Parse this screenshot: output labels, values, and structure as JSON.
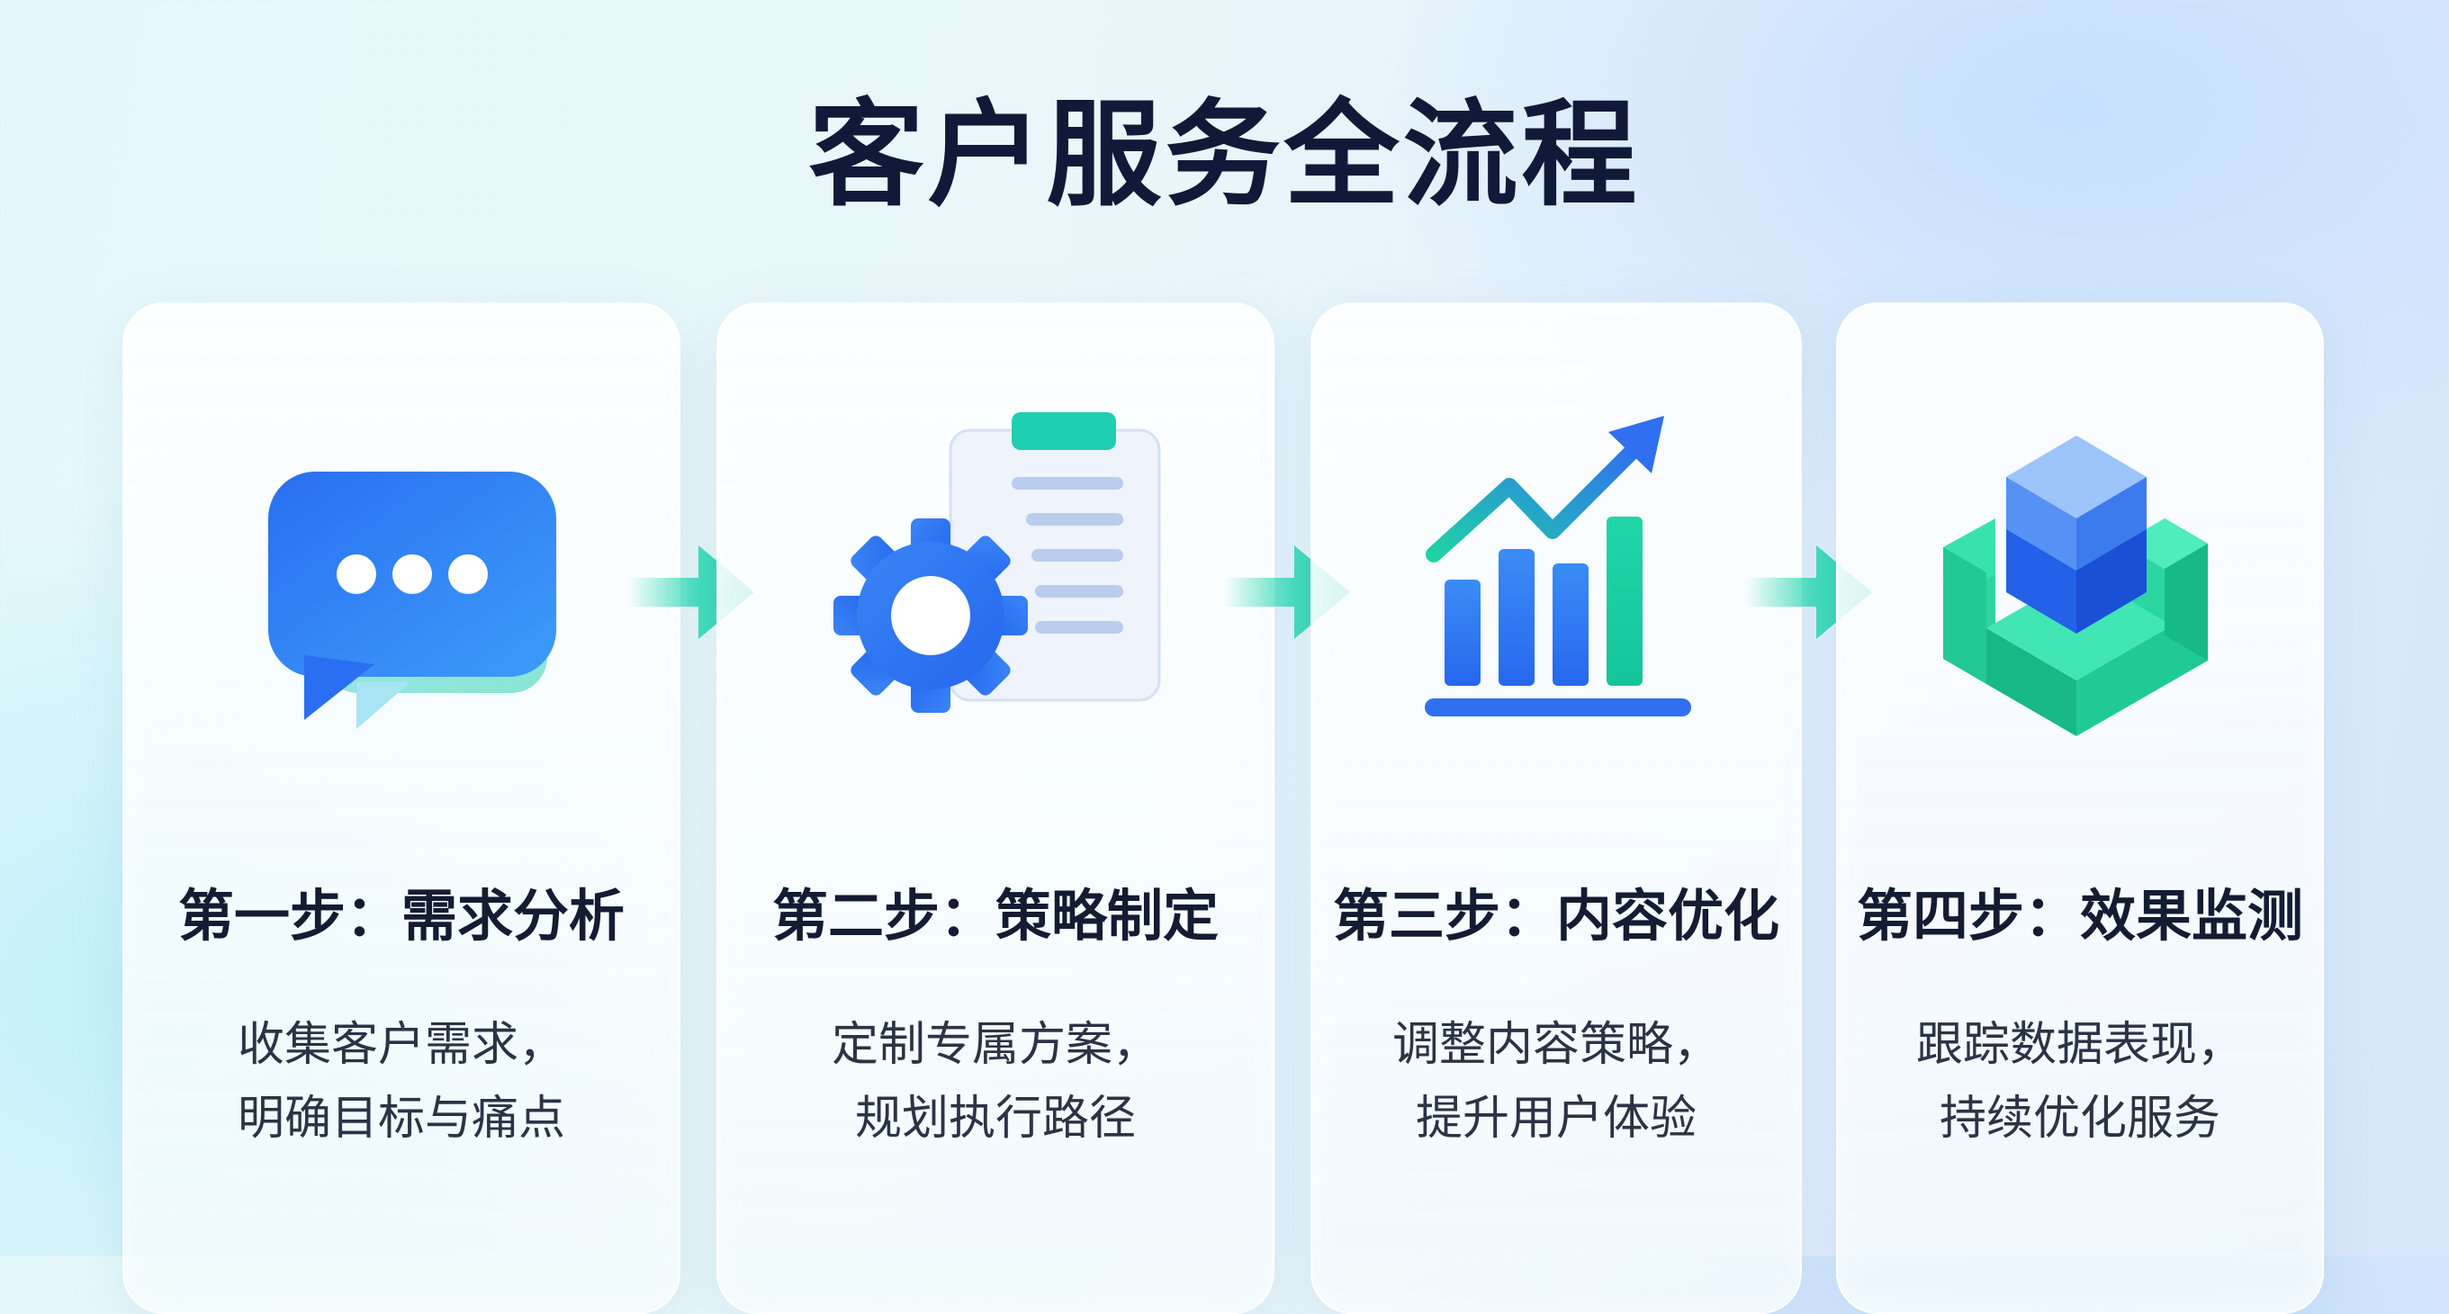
{
  "title": "客户服务全流程",
  "steps": [
    {
      "title": "第一步：需求分析",
      "desc": [
        "收集客户需求，",
        "明确目标与痛点"
      ],
      "icon": "chat-bubble-icon"
    },
    {
      "title": "第二步：策略制定",
      "desc": [
        "定制专属方案，",
        "规划执行路径"
      ],
      "icon": "gear-clipboard-icon"
    },
    {
      "title": "第三步：内容优化",
      "desc": [
        "调整内容策略，",
        "提升用户体验"
      ],
      "icon": "growth-chart-icon"
    },
    {
      "title": "第四步：效果监测",
      "desc": [
        "跟踪数据表现，",
        "持续优化服务"
      ],
      "icon": "cube-blocks-icon"
    }
  ],
  "colors": {
    "title": "#101a38",
    "accent_blue": "#2f6ff0",
    "accent_green": "#1fd2a6",
    "card_bg": "#ffffff"
  }
}
